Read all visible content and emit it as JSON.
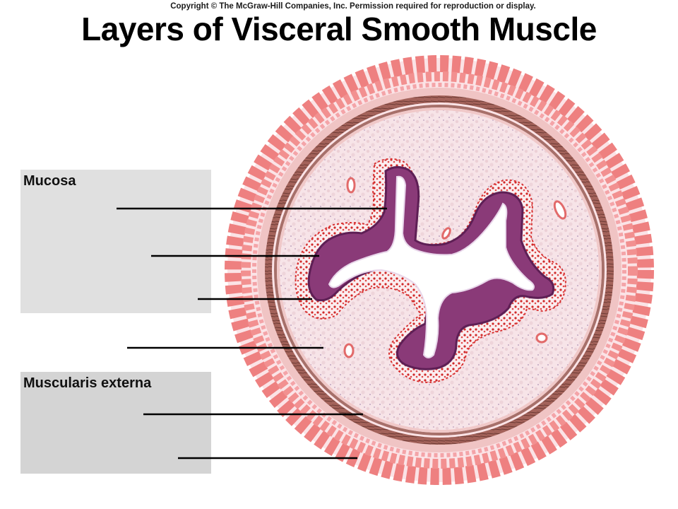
{
  "copyright": "Copyright © The McGraw-Hill Companies, Inc. Permission required for reproduction or display.",
  "title": "Layers of Visceral Smooth Muscle",
  "labels": {
    "mucosa": "Mucosa",
    "muscularis": "Muscularis externa"
  },
  "colors": {
    "serosa": "#ee8080",
    "muscle": "#8c5048",
    "submucosa": "#f8e6ea",
    "lamina": "#d82828",
    "epithelium": "#8a3a78",
    "lumen": "#ffffff"
  }
}
